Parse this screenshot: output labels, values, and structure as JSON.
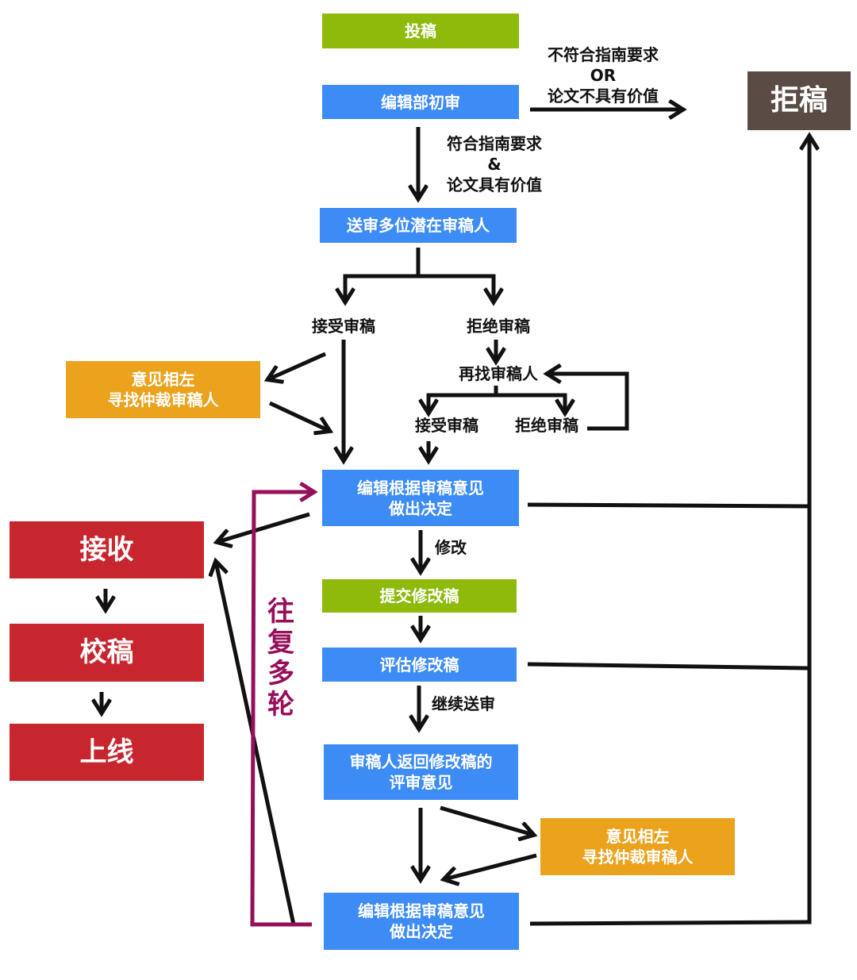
{
  "colors": {
    "green": "#8fba0c",
    "blue": "#3d8bf5",
    "orange": "#eba21d",
    "red": "#c8262e",
    "brown": "#5a4b45",
    "arrow": "#111111",
    "loop": "#960f5b"
  },
  "nodes": {
    "submit": "投稿",
    "initial_review": "编辑部初审",
    "reject": "拒稿",
    "send_review": "送审多位潜在审稿人",
    "arbitrate_1": "意见相左\n寻找仲裁审稿人",
    "decision_1": "编辑根据审稿意见\n做出决定",
    "submit_revision": "提交修改稿",
    "evaluate_revision": "评估修改稿",
    "reviewer_return": "审稿人返回修改稿的\n评审意见",
    "arbitrate_2": "意见相左\n寻找仲裁审稿人",
    "decision_2": "编辑根据审稿意见\n做出决定",
    "accept": "接收",
    "proofread": "校稿",
    "online": "上线"
  },
  "labels": {
    "not_meet": "不符合指南要求\nOR\n论文不具有价值",
    "meet": "符合指南要求\n&\n论文具有价值",
    "accept_review": "接受审稿",
    "decline_review": "拒绝审稿",
    "find_again": "再找审稿人",
    "accept_review_2": "接受审稿",
    "decline_review_2": "拒绝审稿",
    "revise": "修改",
    "continue_review": "继续送审",
    "multiple_rounds": "往\n复\n多\n轮"
  }
}
